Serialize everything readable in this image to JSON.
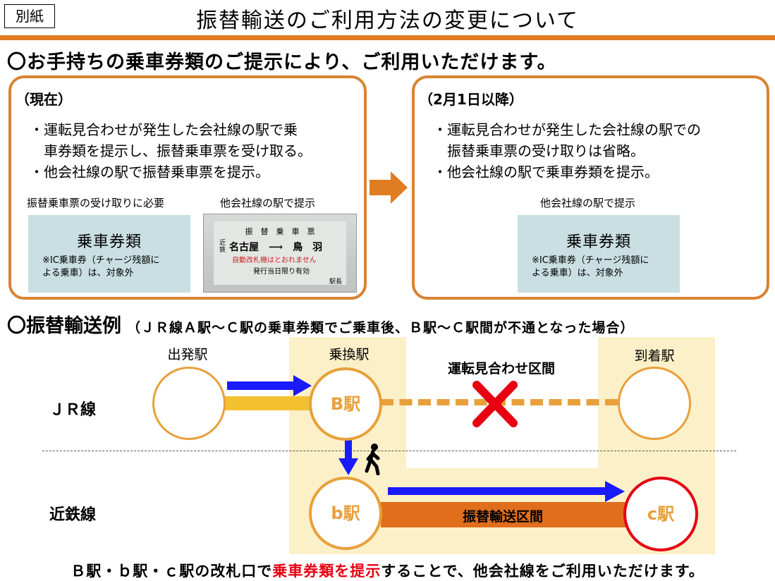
{
  "header": {
    "tag": "別紙",
    "title": "振替輸送のご利用方法の変更について"
  },
  "section1": {
    "heading": "〇お手持ちの乗車券類のご提示により、ご利用いただけます。",
    "current": {
      "label": "（現在）",
      "bullets": [
        "・運転見合わせが発生した会社線の駅で乗",
        "　車券類を提示し、振替乗車票を受け取る。",
        "・他会社線の駅で振替乗車票を提示。"
      ],
      "caption_left": "振替乗車票の受け取りに必要",
      "caption_right": "他会社線の駅で提示",
      "ticket_title": "乗車券類",
      "ticket_note1": "※IC乗車券（チャージ残額に",
      "ticket_note2": "よる乗車）は、対象外",
      "slip": {
        "title": "振　替　乗　車　票",
        "side": "近鉄",
        "route": "名古屋　⟶　鳥　羽",
        "warning": "自動改札機はとおれません",
        "validity": "発行当日限り有効",
        "stamp": "駅長"
      }
    },
    "after": {
      "label": "（2月1日以降）",
      "bullets": [
        "・運転見合わせが発生した会社線の駅での",
        "　振替乗車票の受け取りは省略。",
        "・他会社線の駅で乗車券類を提示。"
      ],
      "caption": "他会社線の駅で提示",
      "ticket_title": "乗車券類",
      "ticket_note1": "※IC乗車券（チャージ残額に",
      "ticket_note2": "よる乗車）は、対象外"
    }
  },
  "section2": {
    "heading": "〇振替輸送例",
    "subheading": "（ＪＲ線Ａ駅～Ｃ駅の乗車券類でご乗車後、Ｂ駅～Ｃ駅間が不通となった場合）",
    "labels": {
      "departure": "出発駅",
      "transfer": "乗換駅",
      "arrival": "到着駅",
      "suspended": "運転見合わせ区間",
      "alternative": "振替輸送区間"
    },
    "lines": {
      "jr": "ＪＲ線",
      "kintetsu": "近鉄線"
    },
    "stations": {
      "B": "B駅",
      "b": "b駅",
      "c": "c駅"
    }
  },
  "footer": {
    "before": "Ｂ駅・ｂ駅・ｃ駅の改札口で",
    "highlight": "乗車券類を提示",
    "after": "することで、他会社線をご利用いただけます。"
  },
  "colors": {
    "accent": "#e07c22",
    "ticket": "#c9dfe2",
    "arrow_blue": "#1a1aff",
    "red": "#e60012"
  }
}
